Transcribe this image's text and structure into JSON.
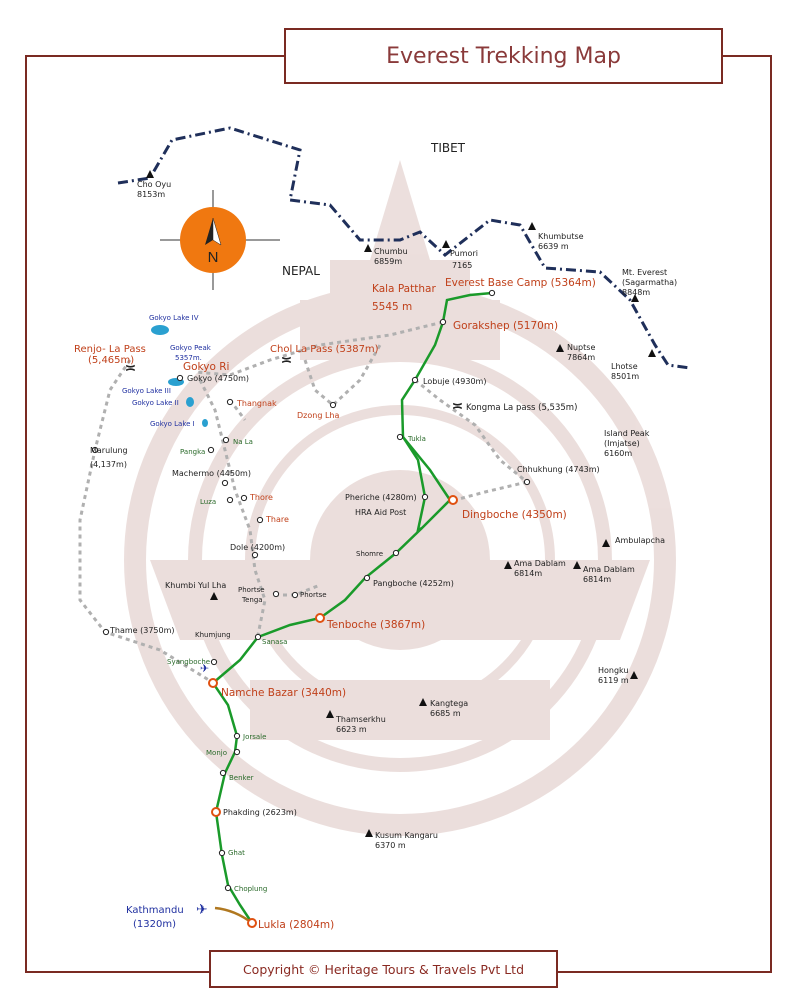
{
  "title": "Everest Trekking Map",
  "copyright": "Copyright © Heritage Tours & Travels Pvt Ltd",
  "compass": {
    "letter": "N"
  },
  "regions": {
    "tibet": "TIBET",
    "nepal": "NEPAL"
  },
  "colors": {
    "frame": "#7a2a22",
    "route": "#1a9a2a",
    "trail": "#b0b0b0",
    "border": "#1f2f5a",
    "highlight": "#c0401a",
    "lake": "#2aa0d0",
    "compass": "#f07810"
  },
  "peaks": [
    {
      "name": "Cho Oyu",
      "elev": "8153m"
    },
    {
      "name": "Chumbu",
      "elev": "6859m"
    },
    {
      "name": "Pumori",
      "elev": "7165"
    },
    {
      "name": "Khumbutse",
      "elev": "6639 m"
    },
    {
      "name": "Mt. Everest",
      "sub": "(Sagarmatha)",
      "elev": "8848m"
    },
    {
      "name": "Nuptse",
      "elev": "7864m"
    },
    {
      "name": "Lhotse",
      "elev": "8501m"
    },
    {
      "name": "Island Peak",
      "sub": "(Imjatse)",
      "elev": "6160m"
    },
    {
      "name": "Ambulapcha",
      "elev": ""
    },
    {
      "name": "Ama Dablam",
      "elev": "6814m"
    },
    {
      "name": "Ama Dablam",
      "elev": "6814m"
    },
    {
      "name": "Khumbi Yul Lha",
      "elev": ""
    },
    {
      "name": "Thamserkhu",
      "elev": "6623 m"
    },
    {
      "name": "Kangtega",
      "elev": "6685 m"
    },
    {
      "name": "Hongku",
      "elev": "6119 m"
    },
    {
      "name": "Kusum Kangaru",
      "elev": "6370 m"
    },
    {
      "name": "Gokyo Peak",
      "elev": "5357m."
    }
  ],
  "main_stops": [
    "Everest Base Camp (5364m)",
    "Kala Patthar",
    "5545 m",
    "Gorakshep (5170m)",
    "Dingboche (4350m)",
    "Tenboche (3867m)",
    "Namche Bazar (3440m)",
    "Lukla (2804m)"
  ],
  "passes": [
    "Renjo- La Pass",
    "(5,465m)",
    "Chol La Pass (5387m)",
    "Kongma La pass (5,535m)"
  ],
  "villages": [
    "Lobuje (4930m)",
    "Tukla",
    "Chhukhung (4743m)",
    "Pheriche (4280m)",
    "HRA Aid Post",
    "Shomre",
    "Pangboche (4252m)",
    "Gokyo (4750m)",
    "Gokyo Ri",
    "Thangnak",
    "Dzong Lha",
    "Na La",
    "Pangka",
    "Machermo (4450m)",
    "Luza",
    "Thore",
    "Thare",
    "Dole (4200m)",
    "Marulung",
    "(4,137m)",
    "Phortse",
    "Tenga",
    "Phortse",
    "Thame (3750m)",
    "Khumjung",
    "Sanasa",
    "Syangboche",
    "Jorsale",
    "Monjo",
    "Benker",
    "Phakding (2623m)",
    "Ghat",
    "Choplung"
  ],
  "lakes": [
    "Gokyo Lake IV",
    "Gokyo Lake III",
    "Gokyo Lake II",
    "Gokyo Lake I"
  ],
  "kathmandu": [
    "Kathmandu",
    "(1320m)"
  ]
}
